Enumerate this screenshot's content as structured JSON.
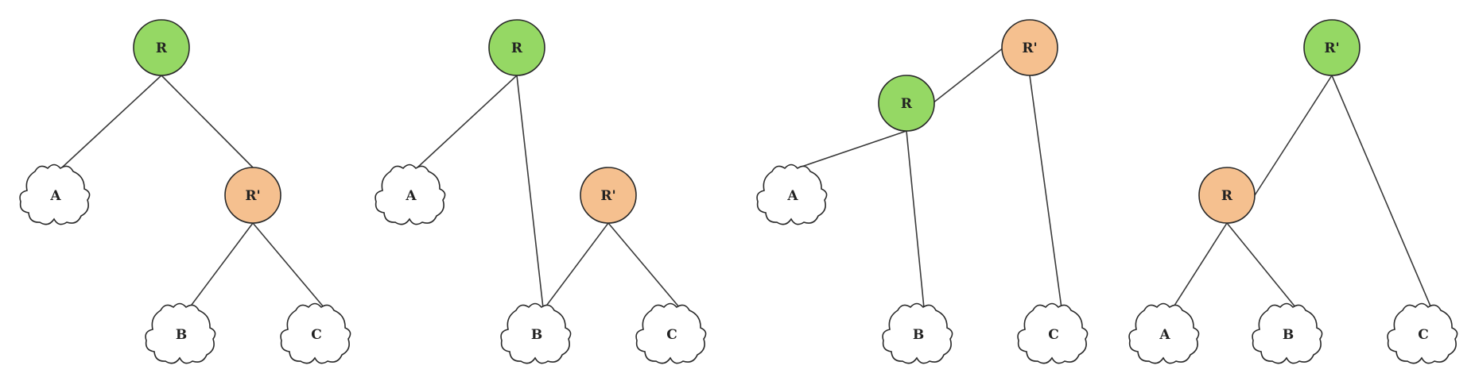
{
  "colors": {
    "R": "#95d864",
    "Rprime": "#f5c08f",
    "cloud": "#ffffff",
    "stroke": "#2a2a2a"
  },
  "diagrams": [
    {
      "nodes": [
        {
          "id": "R",
          "kind": "circle",
          "label": "R",
          "color": "R"
        },
        {
          "id": "A",
          "kind": "cloud",
          "label": "A"
        },
        {
          "id": "Rp",
          "kind": "circle",
          "label": "R'",
          "color": "Rprime"
        },
        {
          "id": "B",
          "kind": "cloud",
          "label": "B"
        },
        {
          "id": "C",
          "kind": "cloud",
          "label": "C"
        }
      ],
      "edges": [
        [
          "R",
          "A"
        ],
        [
          "R",
          "Rp"
        ],
        [
          "Rp",
          "B"
        ],
        [
          "Rp",
          "C"
        ]
      ]
    },
    {
      "nodes": [
        {
          "id": "R",
          "kind": "circle",
          "label": "R",
          "color": "R"
        },
        {
          "id": "A",
          "kind": "cloud",
          "label": "A"
        },
        {
          "id": "Rp",
          "kind": "circle",
          "label": "R'",
          "color": "Rprime"
        },
        {
          "id": "B",
          "kind": "cloud",
          "label": "B"
        },
        {
          "id": "C",
          "kind": "cloud",
          "label": "C"
        }
      ],
      "edges": [
        [
          "R",
          "A"
        ],
        [
          "R",
          "B"
        ],
        [
          "Rp",
          "B"
        ],
        [
          "Rp",
          "C"
        ]
      ]
    },
    {
      "nodes": [
        {
          "id": "Rp",
          "kind": "circle",
          "label": "R'",
          "color": "Rprime"
        },
        {
          "id": "R",
          "kind": "circle",
          "label": "R",
          "color": "R"
        },
        {
          "id": "A",
          "kind": "cloud",
          "label": "A"
        },
        {
          "id": "B",
          "kind": "cloud",
          "label": "B"
        },
        {
          "id": "C",
          "kind": "cloud",
          "label": "C"
        }
      ],
      "edges": [
        [
          "Rp",
          "R"
        ],
        [
          "Rp",
          "C"
        ],
        [
          "R",
          "A"
        ],
        [
          "R",
          "B"
        ]
      ]
    },
    {
      "nodes": [
        {
          "id": "Rp",
          "kind": "circle",
          "label": "R'",
          "color": "R"
        },
        {
          "id": "R",
          "kind": "circle",
          "label": "R",
          "color": "Rprime"
        },
        {
          "id": "A",
          "kind": "cloud",
          "label": "A"
        },
        {
          "id": "B",
          "kind": "cloud",
          "label": "B"
        },
        {
          "id": "C",
          "kind": "cloud",
          "label": "C"
        }
      ],
      "edges": [
        [
          "Rp",
          "R"
        ],
        [
          "Rp",
          "C"
        ],
        [
          "R",
          "A"
        ],
        [
          "R",
          "B"
        ]
      ]
    }
  ]
}
